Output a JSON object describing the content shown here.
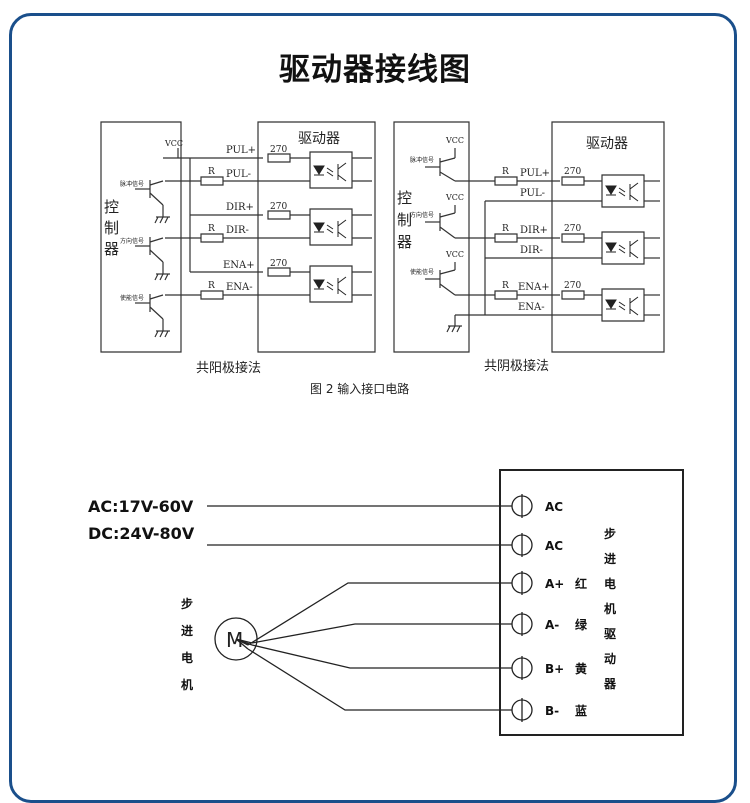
{
  "title": "驱动器接线图",
  "fig": {
    "driver_label": "驱动器",
    "controller_chars": [
      "控",
      "制",
      "器"
    ],
    "vcc": "VCC",
    "r": "R",
    "res270": "270",
    "pul_plus": "PUL+",
    "pul_minus": "PUL-",
    "dir_plus": "DIR+",
    "dir_minus": "DIR-",
    "ena_plus": "ENA+",
    "ena_minus": "ENA-",
    "sig_pulse": "脉冲信号",
    "sig_dir": "方向信号",
    "sig_enable": "使能信号",
    "left_caption": "共阳极接法",
    "right_caption": "共阴极接法",
    "figure_caption": "图 2   输入接口电路"
  },
  "wiring": {
    "ac_range": "AC:17V-60V",
    "dc_range": "DC:24V-80V",
    "motor_label_chars": [
      "步",
      "进",
      "电",
      "机"
    ],
    "motor_symbol": "M",
    "driver_label_chars": [
      "步",
      "进",
      "电",
      "机",
      "驱",
      "动",
      "器"
    ],
    "terminals": [
      {
        "label": "AC",
        "color": ""
      },
      {
        "label": "AC",
        "color": ""
      },
      {
        "label": "A+",
        "color": "红"
      },
      {
        "label": "A-",
        "color": "绿"
      },
      {
        "label": "B+",
        "color": "黄"
      },
      {
        "label": "B-",
        "color": "蓝"
      }
    ]
  },
  "colors": {
    "frame": "#1a4f8b",
    "ink": "#222222"
  }
}
